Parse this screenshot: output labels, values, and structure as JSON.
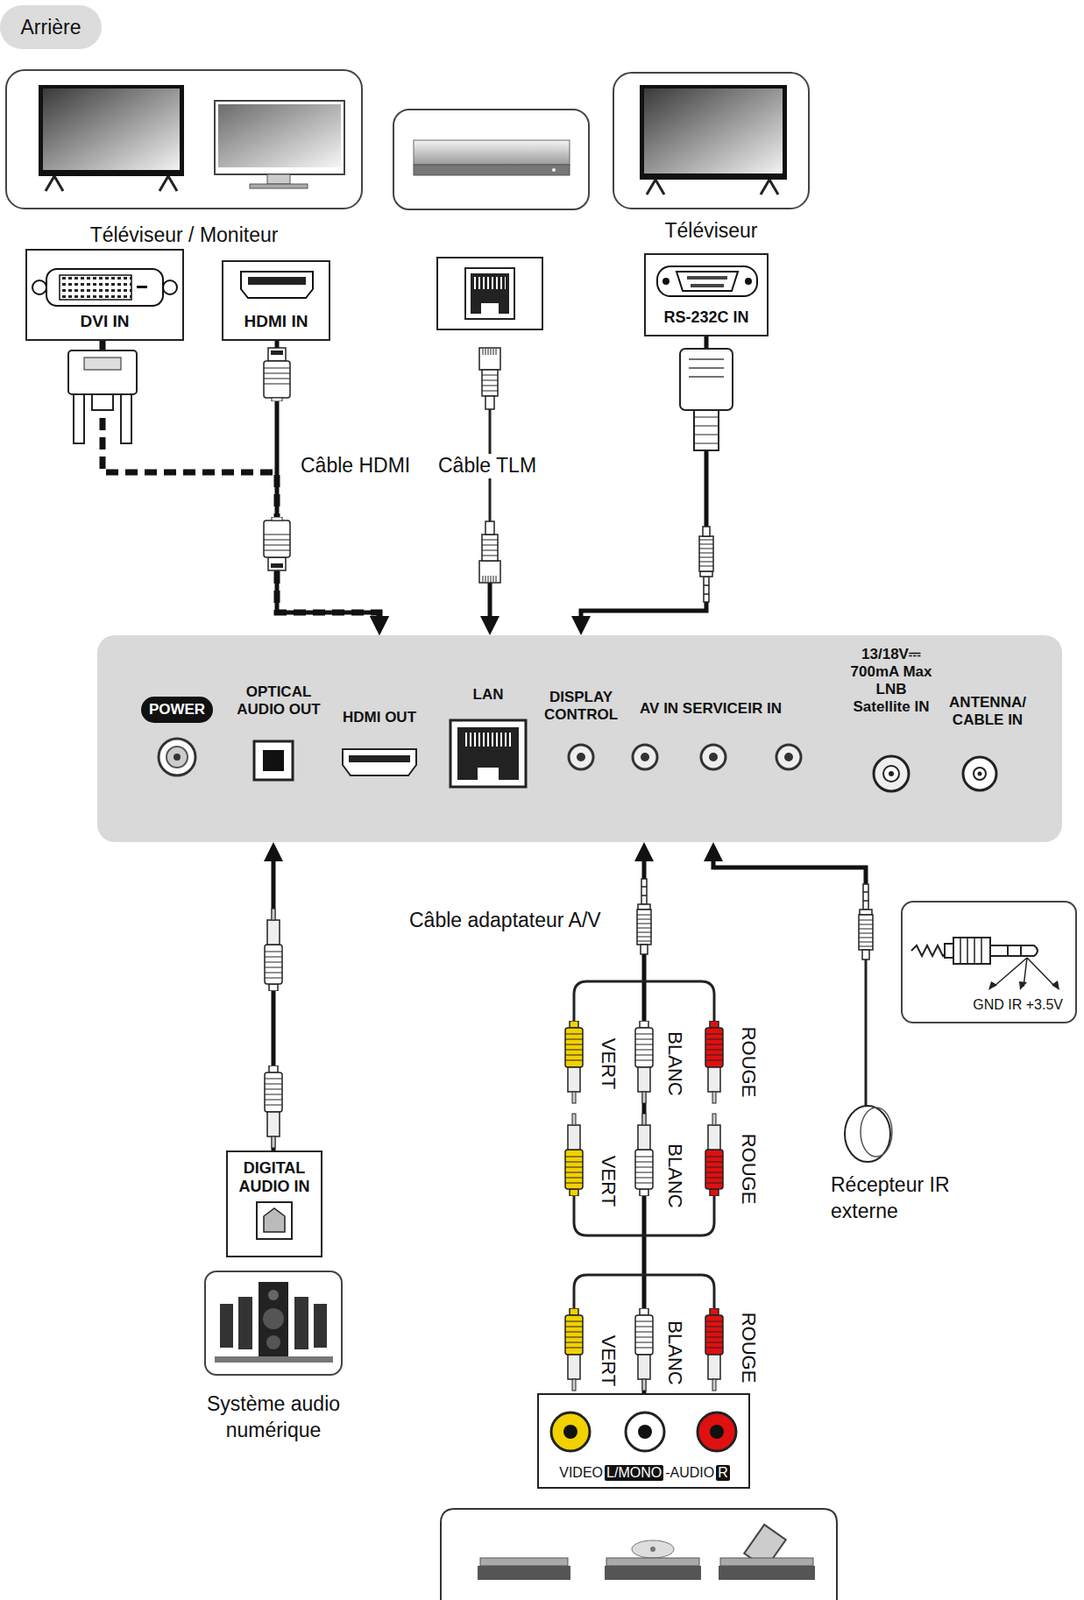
{
  "diagram": {
    "nodes": [
      {
        "text": [
          "Arrière"
        ]
      },
      {
        "text": [
          "Téléviseur / Moniteur"
        ]
      },
      {
        "text": [
          "DVI IN"
        ]
      },
      {
        "text": [
          "HDMI IN"
        ]
      },
      {
        "text": [
          "Téléviseur"
        ]
      },
      {
        "text": [
          "RS-232C IN"
        ]
      },
      {
        "text": [
          "POWER",
          "OPTICAL AUDIO OUT",
          "HDMI OUT",
          "LAN",
          "DISPLAY CONTROL",
          "AV IN SERVICEIR IN",
          "13/18V⎓ 700mA Max LNB Satellite IN",
          "ANTENNA/ CABLE IN"
        ]
      },
      {
        "text": [
          "DIGITAL AUDIO IN"
        ]
      },
      {
        "text": [
          "Système audio numérique"
        ]
      },
      {
        "text": [
          "VIDEO",
          "L/MONO",
          "-AUDIO",
          "R"
        ]
      },
      {
        "text": [
          "GND IR +3.5V"
        ]
      }
    ],
    "edges": [
      {
        "from": 2,
        "to": 6,
        "arrow": "to"
      },
      {
        "from": 3,
        "to": 6,
        "arrow": "to"
      },
      {
        "from": 5,
        "to": 6,
        "arrow": "to"
      },
      {
        "from": 7,
        "to": 6,
        "arrow": "to"
      },
      {
        "from": 9,
        "to": 6,
        "arrow": "to"
      }
    ],
    "labels": [
      "Câble HDMI",
      "Câble TLM",
      "Câble adaptateur A/V",
      "VERT",
      "BLANC",
      "ROUGE",
      "VERT",
      "BLANC",
      "ROUGE",
      "VERT",
      "BLANC",
      "ROUGE",
      "Récepteur IR externe"
    ]
  }
}
